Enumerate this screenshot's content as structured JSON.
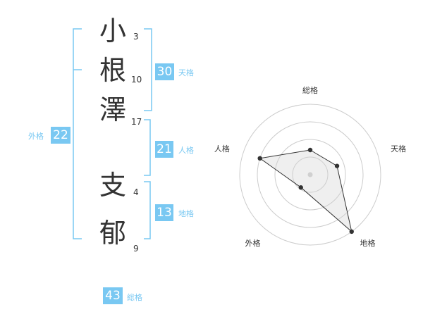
{
  "name": {
    "chars": [
      {
        "char": "小",
        "strokes": "3"
      },
      {
        "char": "根",
        "strokes": "10"
      },
      {
        "char": "澤",
        "strokes": "17"
      },
      {
        "char": "支",
        "strokes": "4"
      },
      {
        "char": "郁",
        "strokes": "9"
      }
    ]
  },
  "fortunes": {
    "tenkaku": {
      "value": "30",
      "label": "天格"
    },
    "jinkaku": {
      "value": "21",
      "label": "人格"
    },
    "chikaku": {
      "value": "13",
      "label": "地格"
    },
    "gaikaku": {
      "value": "22",
      "label": "外格"
    },
    "soukaku": {
      "value": "43",
      "label": "総格"
    }
  },
  "colors": {
    "accent": "#79c8f2",
    "text": "#333333",
    "grid": "#cccccc"
  },
  "chart_data": {
    "type": "radar",
    "axes": [
      "総格",
      "天格",
      "地格",
      "外格",
      "人格"
    ],
    "levels": 4,
    "max": 4,
    "values": [
      1.4,
      1.6,
      4.0,
      0.9,
      3.0
    ]
  }
}
